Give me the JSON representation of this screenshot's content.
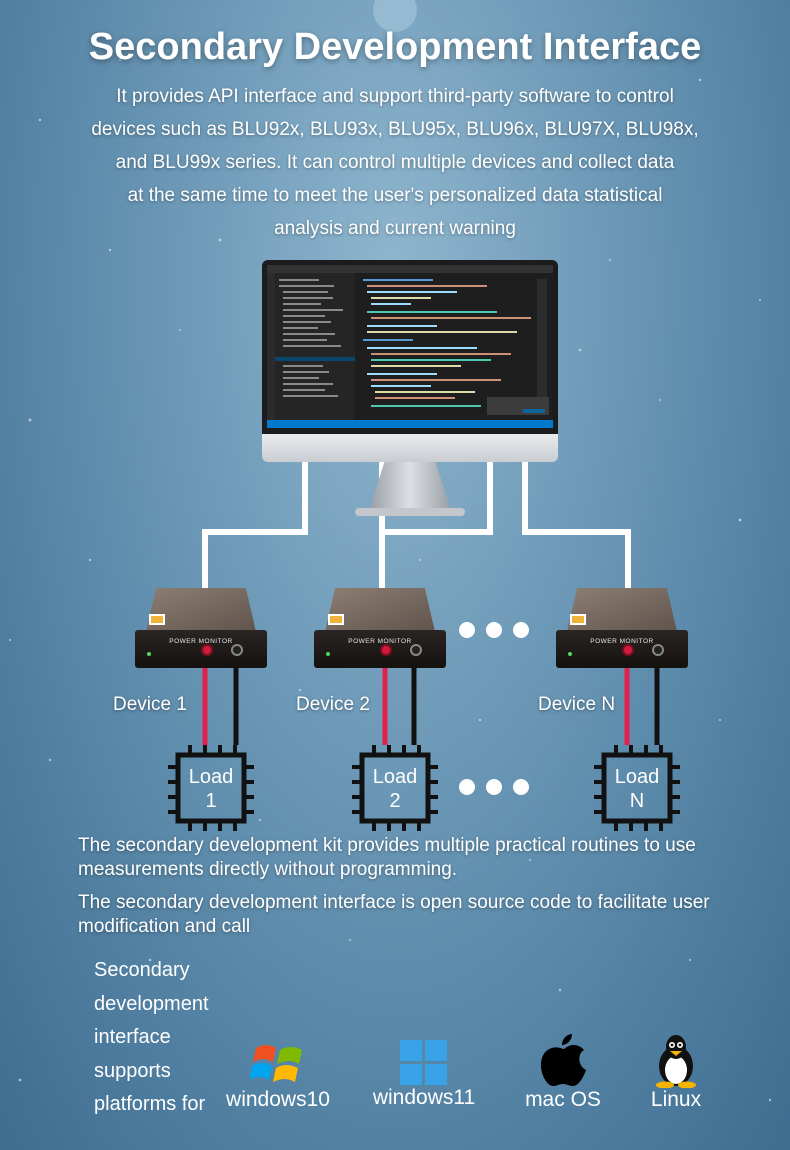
{
  "title": "Secondary Development Interface",
  "intro": [
    "It provides API interface and support third-party software to control",
    "devices such as BLU92x, BLU93x, BLU95x, BLU96x, BLU97X, BLU98x,",
    "and BLU99x series. It can control multiple devices and collect data",
    "at the same time to meet the user's personalized data statistical",
    "analysis and current warning"
  ],
  "device_panel_label": "POWER MONITOR",
  "devices": [
    {
      "name": "Device 1"
    },
    {
      "name": "Device 2"
    },
    {
      "name": "Device N"
    }
  ],
  "loads": [
    {
      "line1": "Load",
      "line2": "1"
    },
    {
      "line1": "Load",
      "line2": "2"
    },
    {
      "line1": "Load",
      "line2": "N"
    }
  ],
  "paragraph_1": "The secondary development kit provides multiple practical routines to use measurements directly without programming.",
  "paragraph_2": "The secondary development interface is open source code to facilitate user modification and call",
  "supports_text": [
    "Secondary",
    "development",
    "interface",
    "supports",
    "platforms for"
  ],
  "platforms": [
    {
      "label": "windows10",
      "icon": "windows-xp-flag-icon"
    },
    {
      "label": "windows11",
      "icon": "windows-11-logo-icon"
    },
    {
      "label": "mac OS",
      "icon": "apple-logo-icon"
    },
    {
      "label": "Linux",
      "icon": "tux-penguin-icon"
    }
  ],
  "colors": {
    "wire_red": "#e0224a",
    "wire_black": "#111111",
    "connector": "#ffffff"
  }
}
